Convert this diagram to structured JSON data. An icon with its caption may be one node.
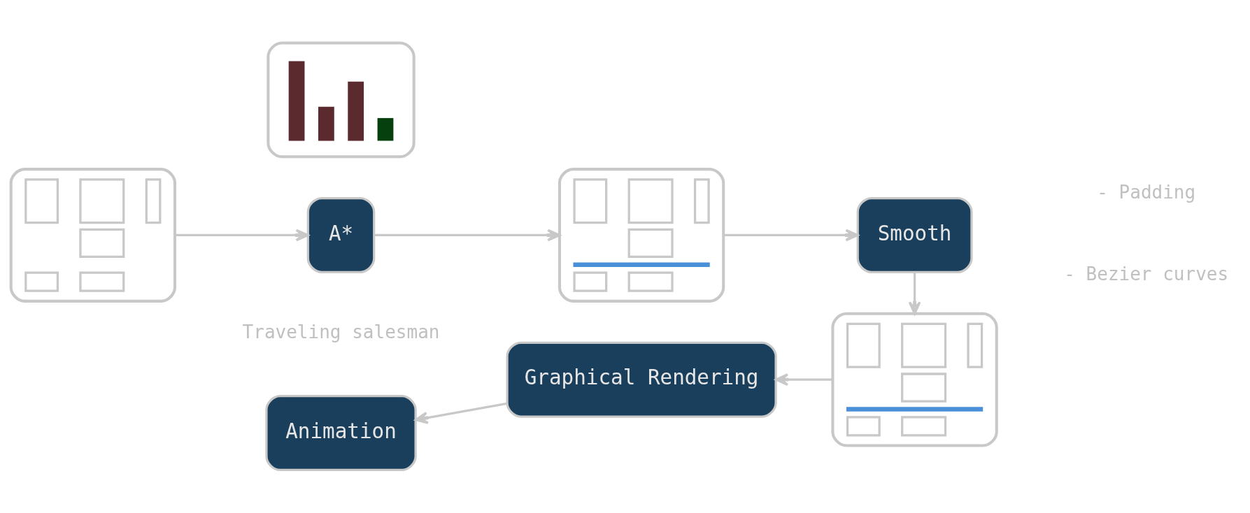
{
  "diagram": {
    "nodes": [
      {
        "text": [],
        "shape": "picture"
      },
      {
        "text": [],
        "shape": "bar"
      },
      {
        "text": [
          "A*"
        ],
        "beside": [
          "Traveling salesman"
        ]
      },
      {
        "text": [],
        "shape": "picture"
      },
      {
        "text": [
          "Smooth"
        ],
        "beside": [
          "- Padding",
          "- Bezier curves"
        ]
      },
      {
        "text": [],
        "shape": "picture"
      },
      {
        "text": [
          "Graphical Rendering"
        ]
      },
      {
        "text": [
          "Animation"
        ]
      }
    ],
    "edges": [
      {
        "from": 0,
        "to": 2,
        "arrow": "to"
      },
      {
        "from": 2,
        "to": 3,
        "arrow": "to"
      },
      {
        "from": 3,
        "to": 4,
        "arrow": "to"
      },
      {
        "from": 4,
        "to": 5,
        "arrow": "to"
      },
      {
        "from": 5,
        "to": 6,
        "arrow": "to"
      },
      {
        "from": 6,
        "to": 7,
        "arrow": "to"
      }
    ]
  }
}
